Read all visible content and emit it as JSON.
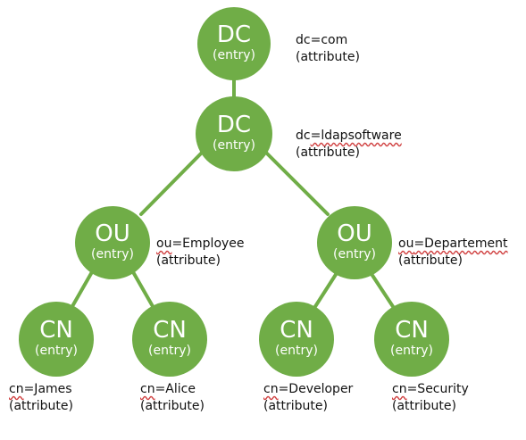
{
  "colors": {
    "node_fill": "#70ad47",
    "edge": "#70ad47",
    "node_text": "#ffffff"
  },
  "nodes": {
    "dc_com": {
      "kind": "DC",
      "sub": "(entry)",
      "key": "dc",
      "value": "=com",
      "attr": "(attribute)"
    },
    "dc_ldap": {
      "kind": "DC",
      "sub": "(entry)",
      "key": "dc",
      "value": "=ldapsoftware",
      "attr": "(attribute)"
    },
    "ou_employee": {
      "kind": "OU",
      "sub": "(entry)",
      "key": "ou",
      "value": "=Employee",
      "attr": "(attribute)"
    },
    "ou_dept": {
      "kind": "OU",
      "sub": "(entry)",
      "key": "ou",
      "value": "=Departement",
      "attr": "(attribute)"
    },
    "cn_james": {
      "kind": "CN",
      "sub": "(entry)",
      "key": "cn",
      "value": "=James",
      "attr": "(attribute)"
    },
    "cn_alice": {
      "kind": "CN",
      "sub": "(entry)",
      "key": "cn",
      "value": "=Alice",
      "attr": "(attribute)"
    },
    "cn_dev": {
      "kind": "CN",
      "sub": "(entry)",
      "key": "cn",
      "value": "=Developer",
      "attr": "(attribute)"
    },
    "cn_sec": {
      "kind": "CN",
      "sub": "(entry)",
      "key": "cn",
      "value": "=Security",
      "attr": "(attribute)"
    }
  }
}
